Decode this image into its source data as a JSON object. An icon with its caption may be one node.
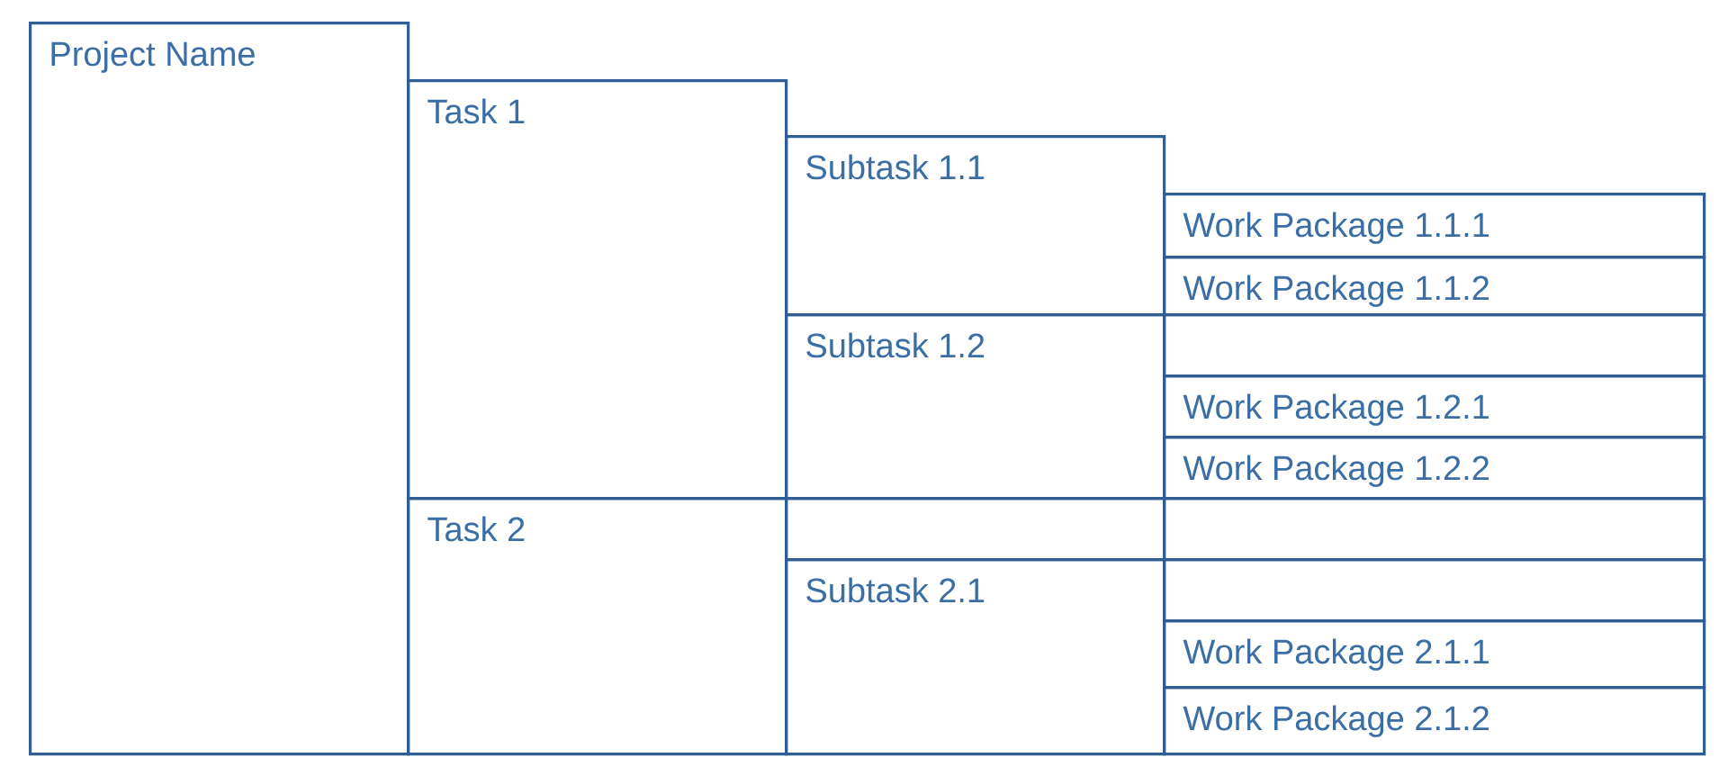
{
  "diagram": {
    "nodes": [
      {
        "text": [
          "Project Name"
        ]
      },
      {
        "text": [
          "Task 1"
        ]
      },
      {
        "text": [
          "Subtask 1.1"
        ]
      },
      {
        "text": [
          "Work Package 1.1.1"
        ]
      },
      {
        "text": [
          "Work Package 1.1.2"
        ]
      },
      {
        "text": [
          "Subtask 1.2"
        ]
      },
      {
        "text": [],
        "shape": "box"
      },
      {
        "text": [
          "Work Package 1.2.1"
        ]
      },
      {
        "text": [
          "Work Package 1.2.2"
        ]
      },
      {
        "text": [
          "Task 2"
        ]
      },
      {
        "text": [],
        "shape": "box"
      },
      {
        "text": [],
        "shape": "box"
      },
      {
        "text": [
          "Subtask 2.1"
        ]
      },
      {
        "text": [],
        "shape": "box"
      },
      {
        "text": [
          "Work Package 2.1.1"
        ]
      },
      {
        "text": [
          "Work Package 2.1.2"
        ]
      }
    ]
  }
}
